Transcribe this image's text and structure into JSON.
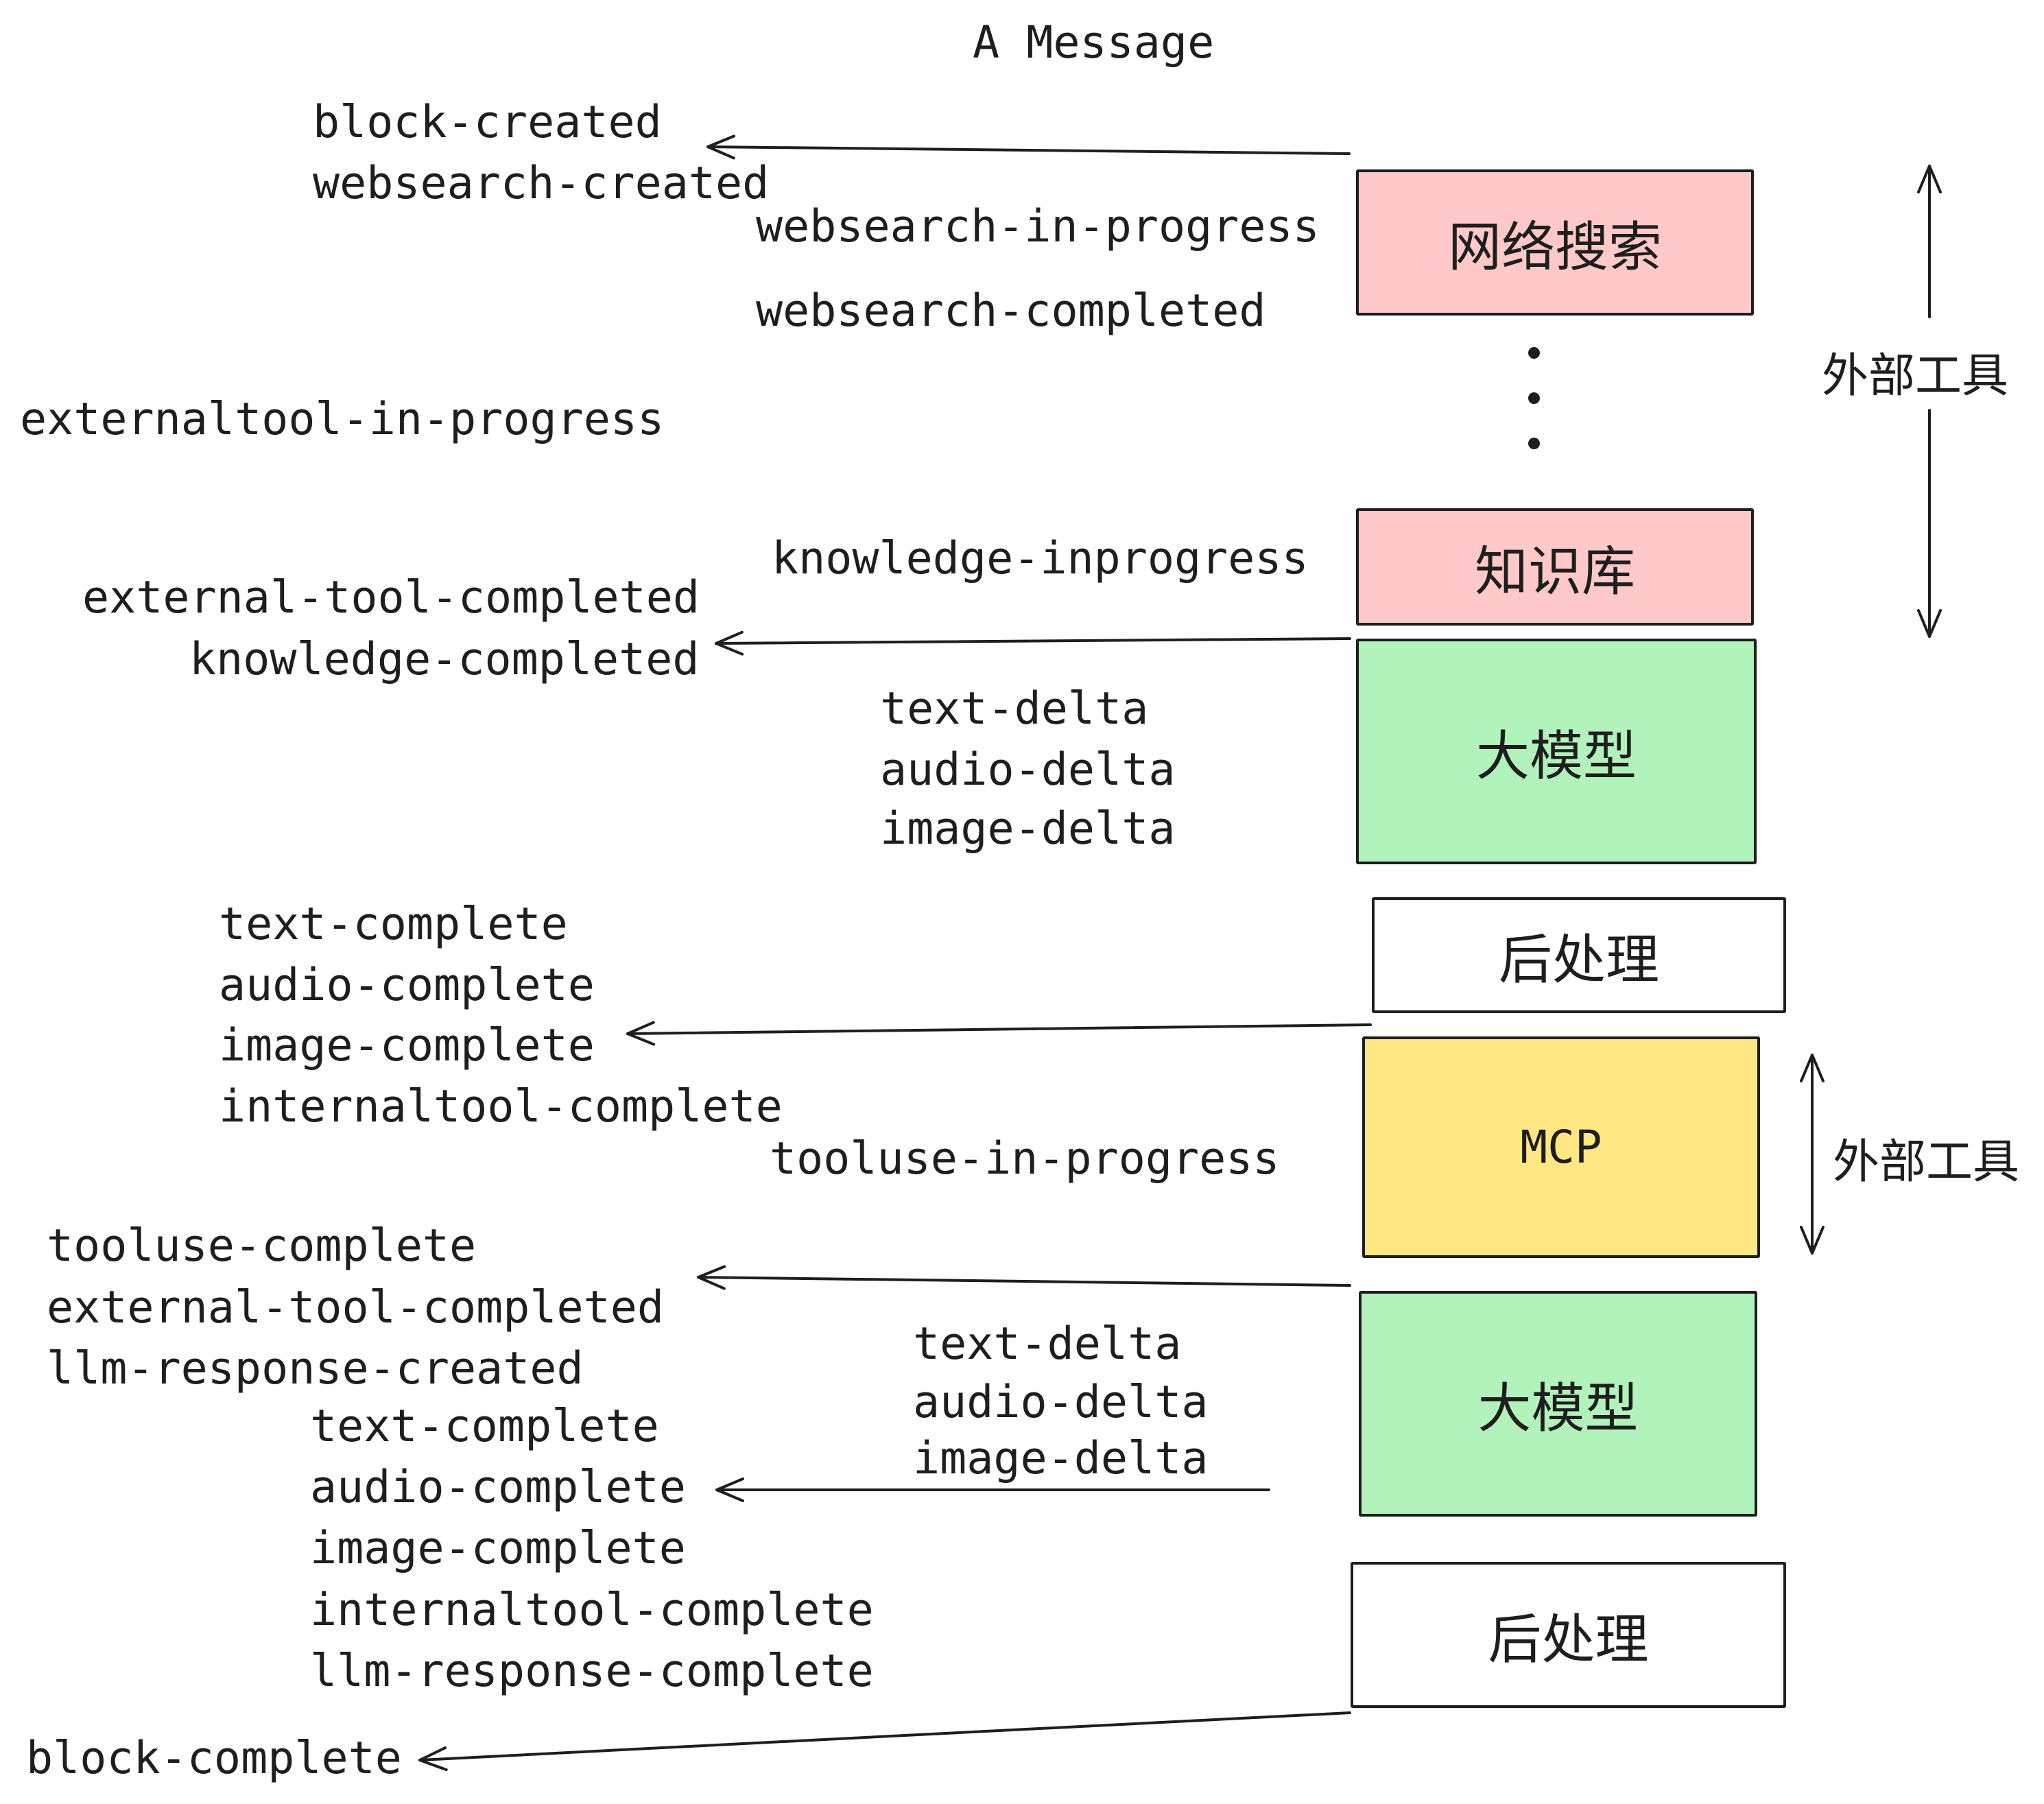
{
  "title": "A Message",
  "colors": {
    "box_pink": "#ffc9c9",
    "box_green": "#b2f2bb",
    "box_yellow": "#ffe784",
    "box_white": "#ffffff",
    "stroke": "#1e1e1e"
  },
  "boxes": {
    "websearch": "网络搜索",
    "knowledge": "知识库",
    "llm_1": "大模型",
    "post_1": "后处理",
    "mcp": "MCP",
    "llm_2": "大模型",
    "post_2": "后处理"
  },
  "annotations": {
    "external_tool_upper": "外部工具",
    "external_tool_lower": "外部工具"
  },
  "events": {
    "block_created": "block-created",
    "websearch_created": "websearch-created",
    "websearch_in_progress": "websearch-in-progress",
    "websearch_completed": "websearch-completed",
    "externaltool_in_progress": "externaltool-in-progress",
    "knowledge_inprogress": "knowledge-inprogress",
    "external_tool_completed_1": "external-tool-completed",
    "knowledge_completed": "knowledge-completed",
    "text_delta_1": "text-delta",
    "audio_delta_1": "audio-delta",
    "image_delta_1": "image-delta",
    "text_complete_1": "text-complete",
    "audio_complete_1": "audio-complete",
    "image_complete_1": "image-complete",
    "internaltool_complete_1": "internaltool-complete",
    "tooluse_in_progress": "tooluse-in-progress",
    "tooluse_complete": "tooluse-complete",
    "external_tool_completed_2": "external-tool-completed",
    "llm_response_created": "llm-response-created",
    "text_complete_2": "text-complete",
    "audio_complete_2": "audio-complete",
    "image_complete_2": "image-complete",
    "internaltool_complete_2": "internaltool-complete",
    "llm_response_complete": "llm-response-complete",
    "block_complete": "block-complete"
  }
}
